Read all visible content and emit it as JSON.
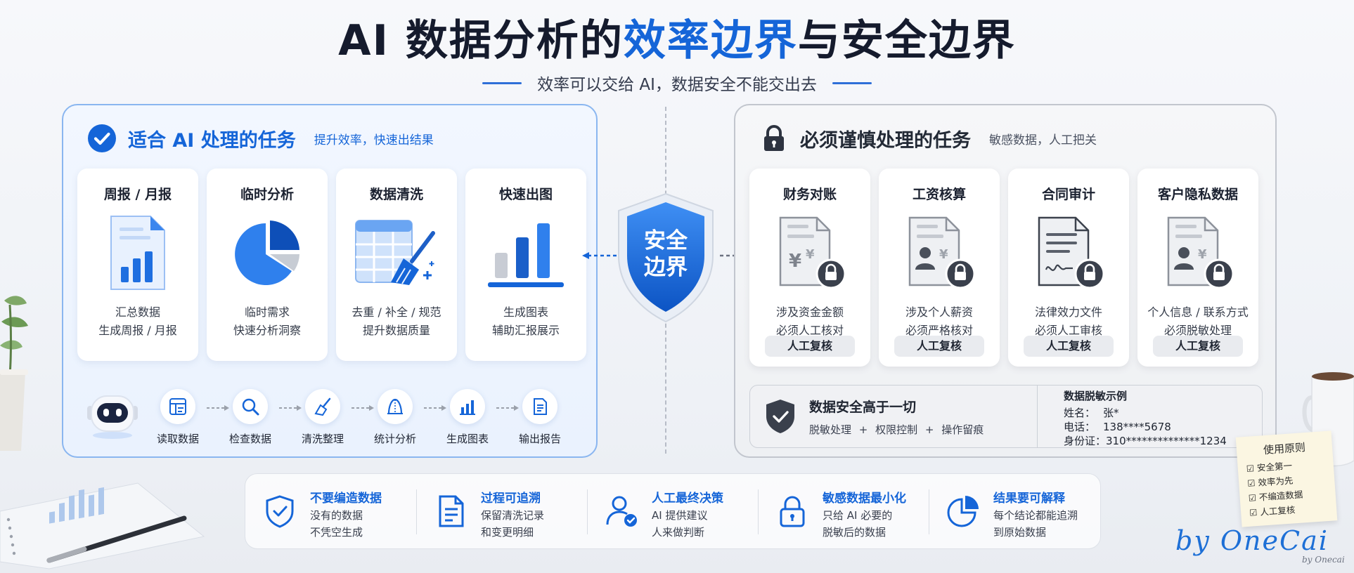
{
  "header": {
    "title_part1": "AI 数据分析的",
    "title_highlight": "效率边界",
    "title_part2": "与安全边界",
    "subtitle": "效率可以交给 AI，数据安全不能交出去"
  },
  "colors": {
    "accent": "#1565d8",
    "dark": "#1c2233",
    "muted": "#9aa0aa"
  },
  "ai_panel": {
    "icon": "check-circle-icon",
    "title": "适合 AI 处理的任务",
    "subtitle": "提升效率，快速出结果",
    "cards": [
      {
        "title": "周报 / 月报",
        "icon": "report-document-icon",
        "line1": "汇总数据",
        "line2": "生成周报 / 月报"
      },
      {
        "title": "临时分析",
        "icon": "pie-chart-icon",
        "line1": "临时需求",
        "line2": "快速分析洞察"
      },
      {
        "title": "数据清洗",
        "icon": "table-broom-icon",
        "line1": "去重 / 补全 / 规范",
        "line2": "提升数据质量"
      },
      {
        "title": "快速出图",
        "icon": "bar-chart-icon",
        "line1": "生成图表",
        "line2": "辅助汇报展示"
      }
    ],
    "workflow": {
      "robot_icon": "robot-icon",
      "steps": [
        {
          "label": "读取数据",
          "icon": "read-data-icon"
        },
        {
          "label": "检查数据",
          "icon": "search-icon"
        },
        {
          "label": "清洗整理",
          "icon": "broom-icon"
        },
        {
          "label": "统计分析",
          "icon": "statistics-icon"
        },
        {
          "label": "生成图表",
          "icon": "bar-chart-icon"
        },
        {
          "label": "输出报告",
          "icon": "report-icon"
        }
      ]
    }
  },
  "shield": {
    "line1": "安全",
    "line2": "边界",
    "icon": "shield-icon"
  },
  "safe_panel": {
    "icon": "lock-icon",
    "title": "必须谨慎处理的任务",
    "subtitle": "敏感数据，人工把关",
    "cards": [
      {
        "title": "财务对账",
        "icon": "finance-document-lock-icon",
        "line1": "涉及资金金额",
        "line2": "必须人工核对",
        "badge": "人工复核"
      },
      {
        "title": "工资核算",
        "icon": "salary-document-lock-icon",
        "line1": "涉及个人薪资",
        "line2": "必须严格核对",
        "badge": "人工复核"
      },
      {
        "title": "合同审计",
        "icon": "contract-document-lock-icon",
        "line1": "法律效力文件",
        "line2": "必须人工审核",
        "badge": "人工复核"
      },
      {
        "title": "客户隐私数据",
        "icon": "privacy-document-lock-icon",
        "line1": "个人信息 / 联系方式",
        "line2": "必须脱敏处理",
        "badge": "人工复核"
      }
    ],
    "security": {
      "icon": "shield-check-icon",
      "title": "数据安全高于一切",
      "desc": "脱敏处理  +  权限控制  +  操作留痕"
    },
    "masking": {
      "title": "数据脱敏示例",
      "rows": [
        {
          "key": "姓名：",
          "value": "张*"
        },
        {
          "key": "电话：",
          "value": "138****5678"
        },
        {
          "key": "身份证：",
          "value": "310**************1234"
        }
      ]
    }
  },
  "principles": [
    {
      "icon": "shield-check-icon",
      "title": "不要编造数据",
      "line1": "没有的数据",
      "line2": "不凭空生成"
    },
    {
      "icon": "document-list-icon",
      "title": "过程可追溯",
      "line1": "保留清洗记录",
      "line2": "和变更明细"
    },
    {
      "icon": "user-check-icon",
      "title": "人工最终决策",
      "line1": "AI 提供建议",
      "line2": "人来做判断"
    },
    {
      "icon": "lock-icon",
      "title": "敏感数据最小化",
      "line1": "只给 AI 必要的",
      "line2": "脱敏后的数据"
    },
    {
      "icon": "pie-chart-icon",
      "title": "结果要可解释",
      "line1": "每个结论都能追溯",
      "line2": "到原始数据"
    }
  ],
  "note": {
    "title": "使用原则",
    "items": [
      "☑ 安全第一",
      "☑ 效率为先",
      "☑ 不编造数据",
      "☑ 人工复核"
    ]
  },
  "signature": {
    "main": "by OneCai",
    "small": "by Onecai"
  }
}
